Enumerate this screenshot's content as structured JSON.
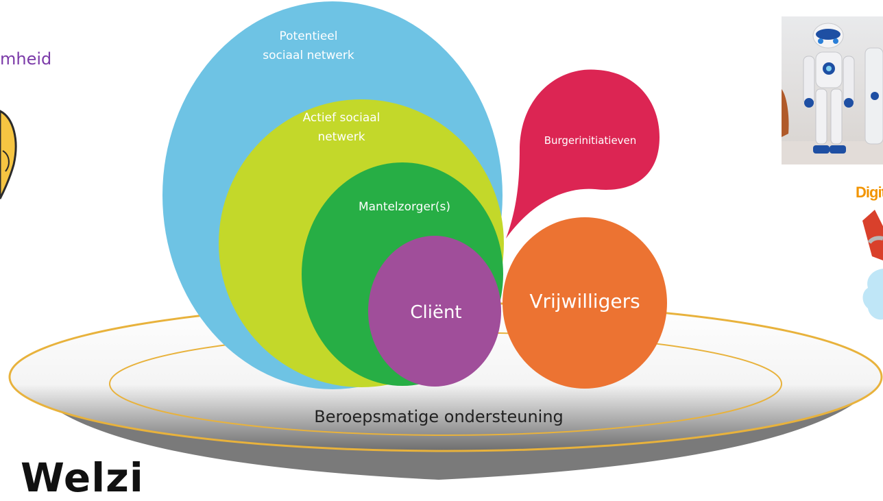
{
  "diagram": {
    "nodes": {
      "potentieel_line1": "Potentieel",
      "potentieel_line2": "sociaal netwerk",
      "actief_line1": "Actief sociaal",
      "actief_line2": "netwerk",
      "mantelzorgers": "Mantelzorger(s)",
      "client": "Cliënt",
      "burgerinitiatieven": "Burgerinitiatieven",
      "vrijwilligers": "Vrijwilligers",
      "beroepsmatige": "Beroepsmatige ondersteuning"
    },
    "colors": {
      "potentieel": "#6ec3e4",
      "actief": "#c3d82a",
      "mantelzorgers": "#27ae45",
      "client": "#a04e9a",
      "burgerinitiatieven": "#dc2553",
      "vrijwilligers": "#ec7332",
      "plate_rim": "#e8b23c"
    }
  },
  "partial_text": {
    "top_left": "mheid",
    "bottom_left": "Welzi",
    "right_side": "Digit"
  },
  "images": {
    "robot_photo": "robot-photo",
    "cartoon_figure": "cartoon-figure",
    "cloud_icon": "cloud-icon"
  }
}
